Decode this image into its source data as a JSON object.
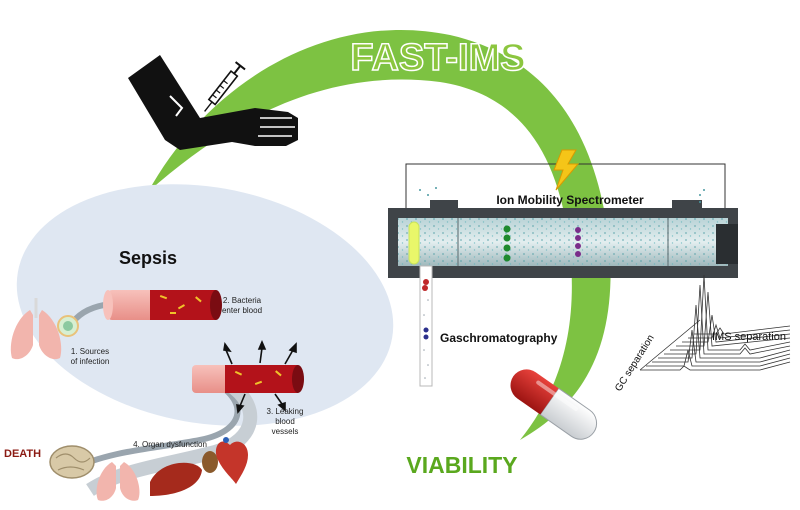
{
  "title": "FAST-IMS",
  "bottom_label": "VIABILITY",
  "sepsis": {
    "title": "Sepsis",
    "step1_line1": "1. Sources",
    "step1_line2": "of infection",
    "step2_line1": "2. Bacteria",
    "step2_line2": "enter blood",
    "step3_line1": "3. Leaking",
    "step3_line2": "blood",
    "step3_line3": "vessels",
    "step4": "4. Organ dysfunction",
    "death": "DEATH"
  },
  "instrument": {
    "ims_label": "Ion Mobility Spectrometer",
    "gc_label": "Gaschromatography",
    "gc_axis": "GC separation",
    "ims_axis": "IMS separation"
  },
  "colors": {
    "arc_green": "#7dc242",
    "title_green": "#8cc63f",
    "viability_green": "#5aa81e",
    "sepsis_bg": "#dfe7f2",
    "tube": "#3f4448",
    "pill_red": "#c8201f",
    "bolt": "#f5c518",
    "vessel": "#f3a6a0"
  },
  "icons": [
    "arm-with-syringe-icon",
    "lightning-bolt-icon",
    "capsule-icon",
    "lungs-icon",
    "brain-icon",
    "heart-icon",
    "liver-icon",
    "kidney-icon"
  ]
}
